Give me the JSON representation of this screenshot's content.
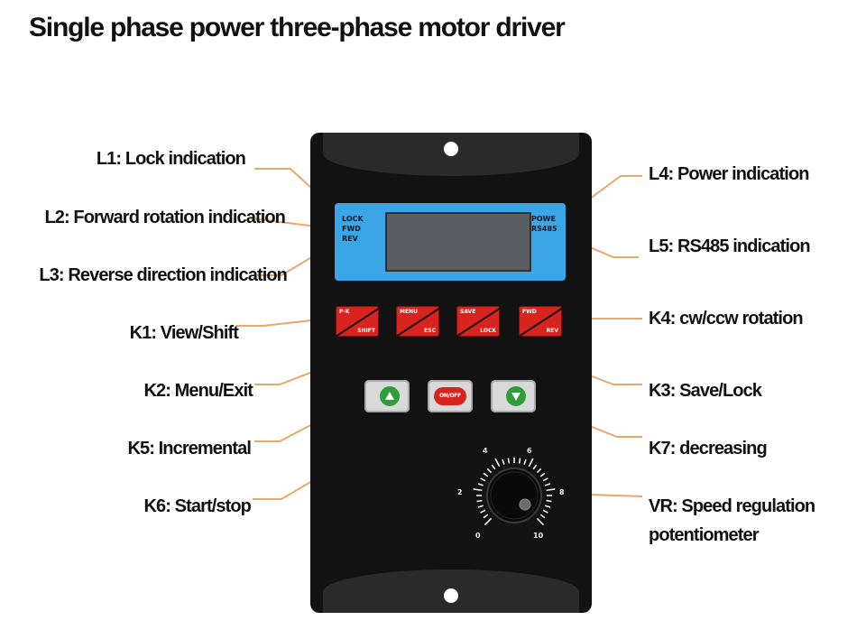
{
  "title": "Single phase power three-phase motor driver",
  "labels": {
    "l1": "L1: Lock indication",
    "l2": "L2: Forward rotation indication",
    "l3": "L3: Reverse direction indication",
    "l4": "L4: Power indication",
    "l5": "L5: RS485 indication",
    "k1": "K1: View/Shift",
    "k2": "K2: Menu/Exit",
    "k3": "K3: Save/Lock",
    "k4": "K4: cw/ccw rotation",
    "k5": "K5: Incremental",
    "k6": "K6: Start/stop",
    "k7": "K7: decreasing",
    "vr_line1": "VR: Speed regulation",
    "vr_line2": "potentiometer"
  },
  "device": {
    "screen_left": [
      "LOCK",
      "FWD",
      "REV"
    ],
    "screen_right": [
      "POWE",
      "RS485"
    ],
    "keys": [
      {
        "top": "P-K",
        "bottom": "SHIFT"
      },
      {
        "top": "MENU",
        "bottom": "ESC"
      },
      {
        "top": "SAVE",
        "bottom": "LOCK"
      },
      {
        "top": "FWD",
        "bottom": "REV"
      }
    ],
    "onoff_label": "ON/OFF",
    "dial_scale": [
      "0",
      "2",
      "4",
      "6",
      "8",
      "10"
    ]
  },
  "colors": {
    "panel": "#121212",
    "screen": "#3aa6e6",
    "function_keys": "#d8231f",
    "arrow_keys": "#2e9e3a",
    "leader_lines": "#e8a86a"
  }
}
